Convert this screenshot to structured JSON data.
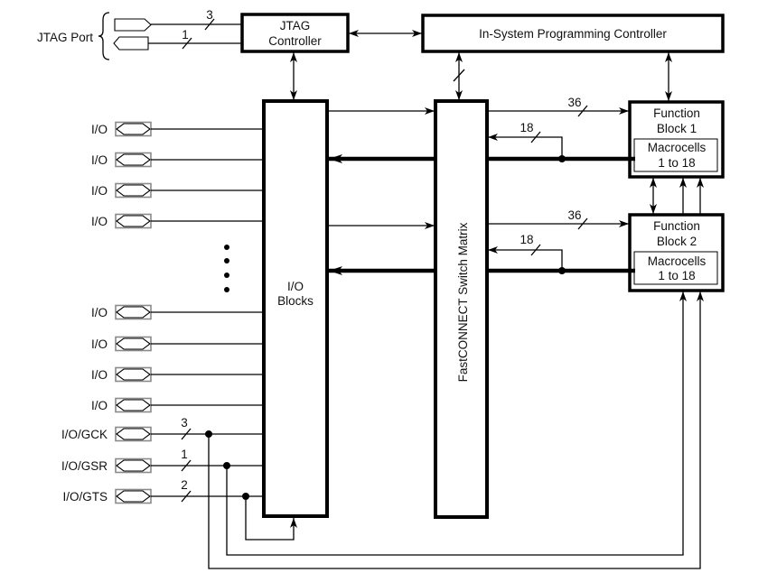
{
  "diagram": {
    "jtag_port": {
      "label": "JTAG Port",
      "out_bus_width": "3",
      "in_bus_width": "1"
    },
    "jtag_controller": {
      "line1": "JTAG",
      "line2": "Controller"
    },
    "isp_controller": {
      "label": "In-System Programming Controller"
    },
    "io_blocks": {
      "line1": "I/O",
      "line2": "Blocks"
    },
    "switch_matrix": {
      "label": "FastCONNECT Switch Matrix"
    },
    "function_blocks": [
      {
        "title1": "Function",
        "title2": "Block 1",
        "macro1": "Macrocells",
        "macro2": "1 to 18",
        "in_bus_width": "36",
        "feedback_bus_width": "18"
      },
      {
        "title1": "Function",
        "title2": "Block 2",
        "macro1": "Macrocells",
        "macro2": "1 to 18",
        "in_bus_width": "36",
        "feedback_bus_width": "18"
      }
    ],
    "io_pins": [
      "I/O",
      "I/O",
      "I/O",
      "I/O",
      "I/O",
      "I/O",
      "I/O",
      "I/O"
    ],
    "global_pins": [
      {
        "label": "I/O/GCK",
        "bus_width": "3"
      },
      {
        "label": "I/O/GSR",
        "bus_width": "1"
      },
      {
        "label": "I/O/GTS",
        "bus_width": "2"
      }
    ],
    "ellipsis_dots": 4
  }
}
